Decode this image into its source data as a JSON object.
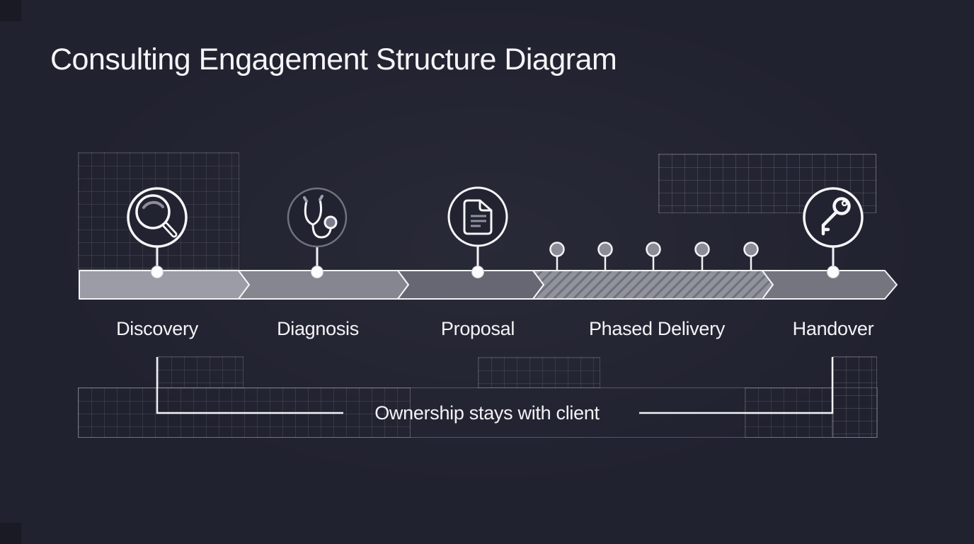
{
  "title": "Consulting Engagement Structure Diagram",
  "diagram": {
    "stages": [
      {
        "label": "Discovery",
        "icon": "magnifier-icon"
      },
      {
        "label": "Diagnosis",
        "icon": "stethoscope-icon"
      },
      {
        "label": "Proposal",
        "icon": "document-icon"
      },
      {
        "label": "Phased Delivery",
        "icon": "milestone-dots"
      },
      {
        "label": "Handover",
        "icon": "key-icon"
      }
    ],
    "milestone_count": 5,
    "annotation": "Ownership stays with client"
  },
  "colors": {
    "background": "#212230",
    "segment_discovery": "#9b9ca6",
    "segment_diagnosis": "#85868f",
    "segment_proposal": "#666773",
    "segment_phased_base": "#90929c",
    "segment_phased_hatch": "#6f717c",
    "segment_handover": "#74757f",
    "outline_white": "#f2f3f5"
  }
}
